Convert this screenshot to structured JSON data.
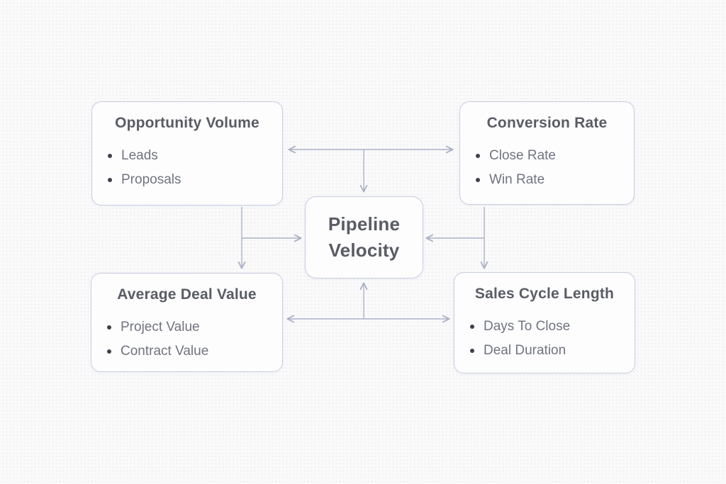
{
  "colors": {
    "background": "#fafafb",
    "dot_grid": "#ededf2",
    "node_background": "#fdfdfe",
    "node_border": "#c9cce0",
    "title_text": "#595c64",
    "item_text": "#70747f",
    "bullet": "#3e414a",
    "arrow": "#adb2c8"
  },
  "diagram": {
    "center_node": {
      "title_lines": [
        "Pipeline",
        "Velocity"
      ]
    },
    "nodes": [
      {
        "title": "Opportunity Volume",
        "items": [
          "Leads",
          "Proposals"
        ]
      },
      {
        "title": "Conversion Rate",
        "items": [
          "Close Rate",
          "Win Rate"
        ]
      },
      {
        "title": "Average Deal Value",
        "items": [
          "Project Value",
          "Contract Value"
        ]
      },
      {
        "title": "Sales Cycle Length",
        "items": [
          "Days To Close",
          "Deal Duration"
        ]
      }
    ]
  }
}
